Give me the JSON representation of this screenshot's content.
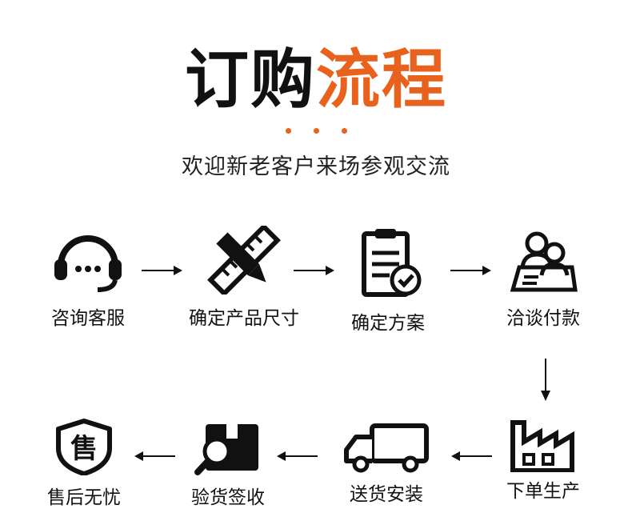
{
  "title": {
    "part1": "订购",
    "part2": "流程"
  },
  "accent_color": "#e8621d",
  "subtitle": "欢迎新老客户来场参观交流",
  "steps": [
    {
      "label": "咨询客服",
      "icon": "headset-icon"
    },
    {
      "label": "确定产品尺寸",
      "icon": "pencil-ruler-icon"
    },
    {
      "label": "确定方案",
      "icon": "clipboard-check-icon"
    },
    {
      "label": "洽谈付款",
      "icon": "meeting-people-icon"
    },
    {
      "label": "下单生产",
      "icon": "factory-icon"
    },
    {
      "label": "送货安装",
      "icon": "delivery-truck-icon"
    },
    {
      "label": "验货签收",
      "icon": "package-inspect-icon"
    },
    {
      "label": "售后无忧",
      "icon": "shield-after-sales-icon"
    }
  ],
  "shield_char": "售"
}
